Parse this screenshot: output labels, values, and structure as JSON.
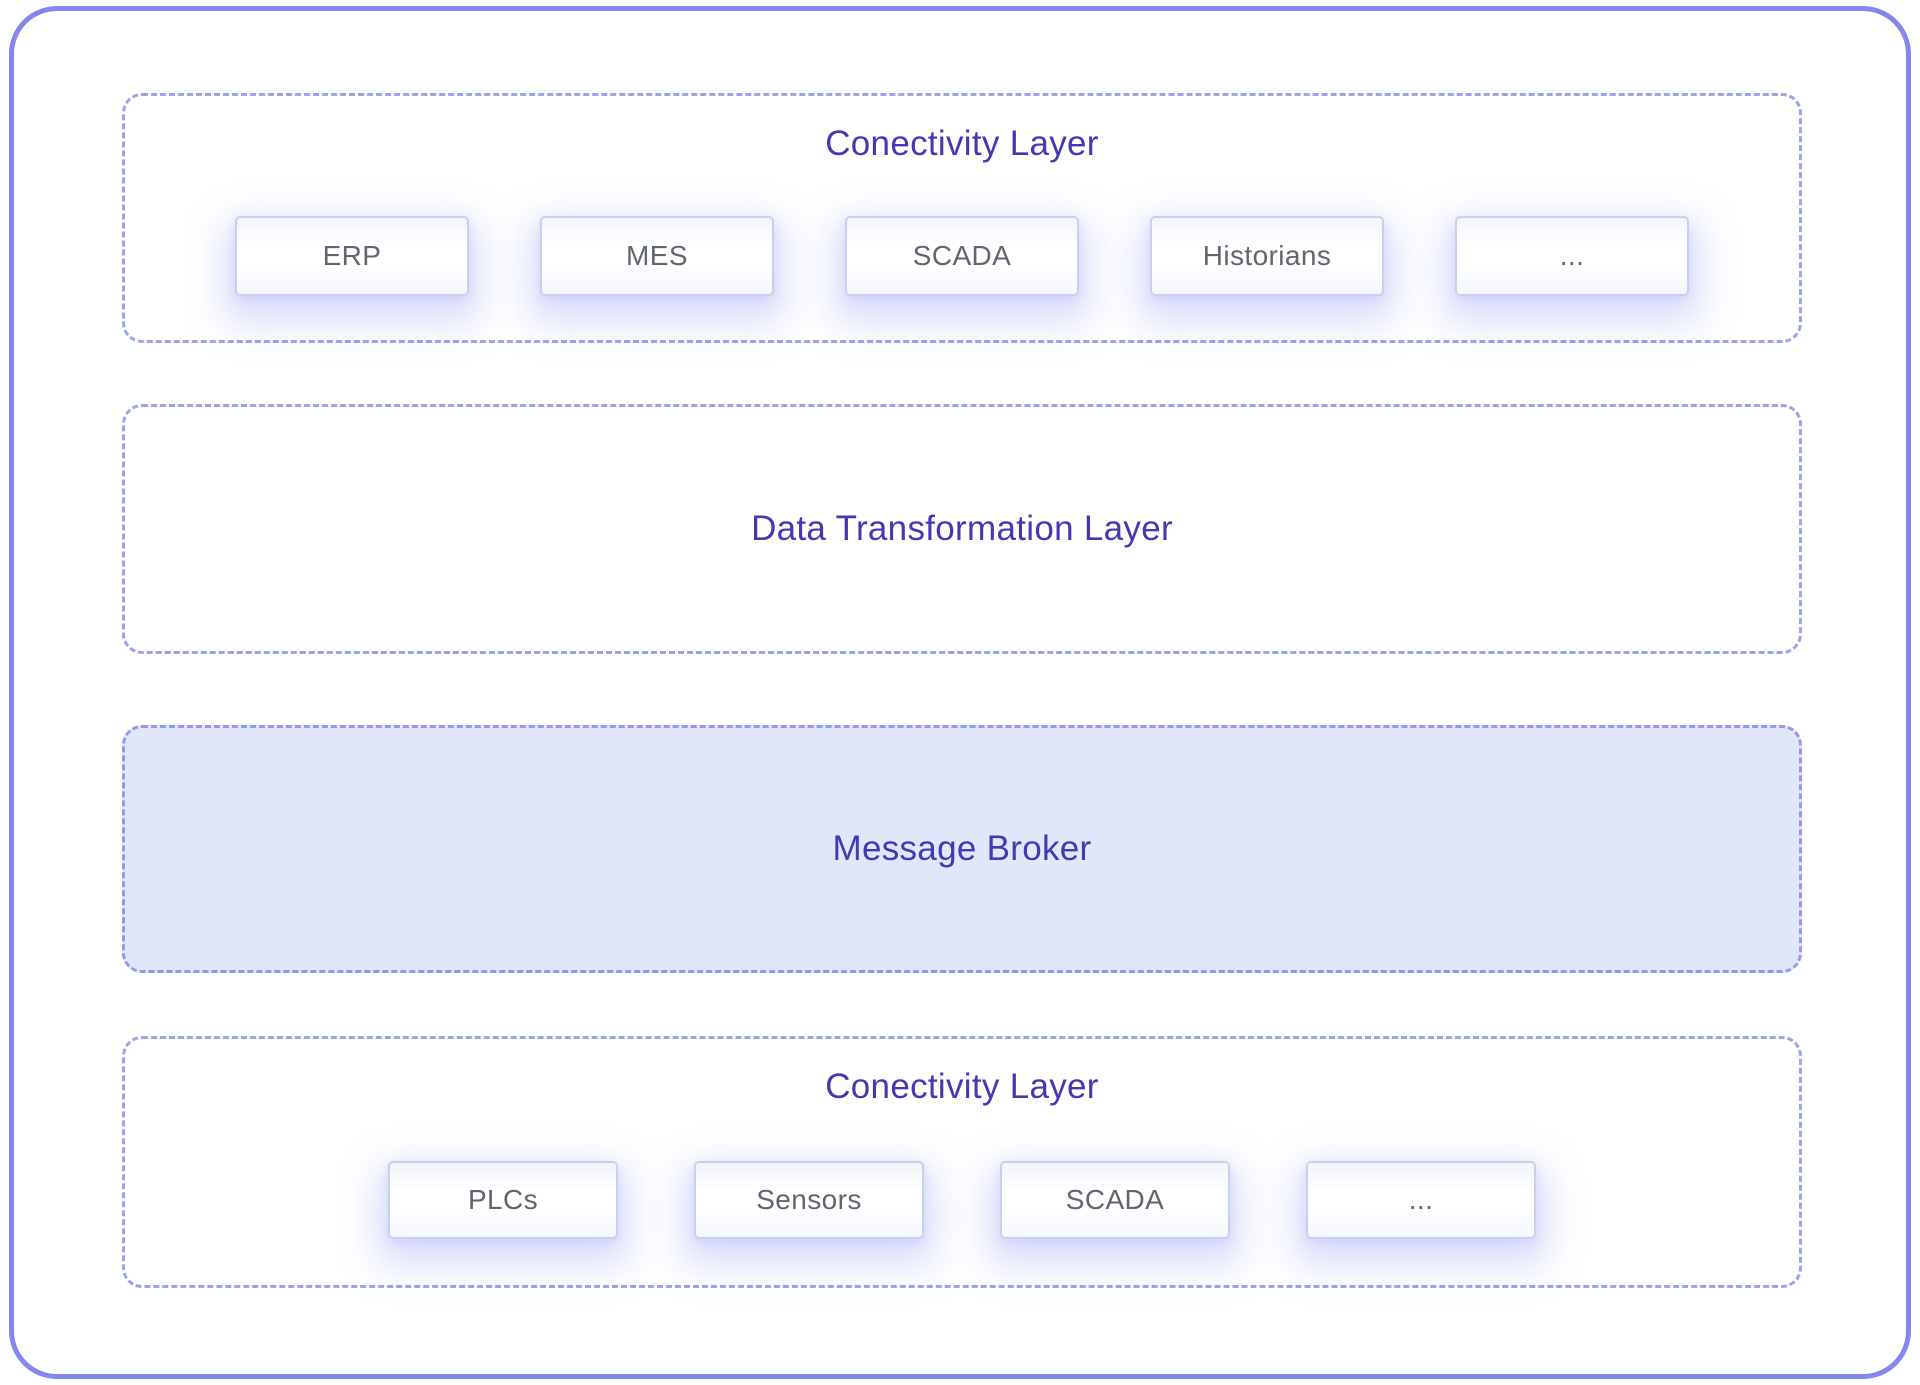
{
  "colors": {
    "frame_border": "#8487ee",
    "dashed_border": "#9ba3e9",
    "title_text": "#4438b3",
    "node_text": "#5f6670",
    "node_border": "#c9cfee",
    "broker_fill": "#e1e6fa"
  },
  "layers": [
    {
      "id": "top-connectivity",
      "title": "Conectivity Layer",
      "type": "dashed",
      "items": [
        "ERP",
        "MES",
        "SCADA",
        "Historians",
        "..."
      ]
    },
    {
      "id": "data-transformation",
      "title": "Data Transformation Layer",
      "type": "dashed",
      "items": []
    },
    {
      "id": "message-broker",
      "title": "Message Broker",
      "type": "filled",
      "items": []
    },
    {
      "id": "bottom-connectivity",
      "title": "Conectivity Layer",
      "type": "dashed",
      "items": [
        "PLCs",
        "Sensors",
        "SCADA",
        "..."
      ]
    }
  ]
}
